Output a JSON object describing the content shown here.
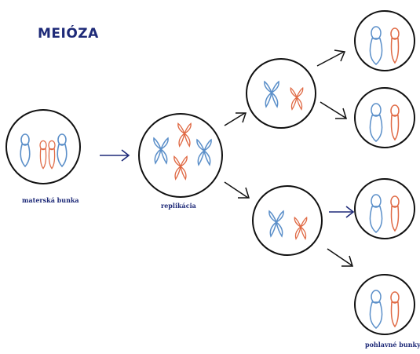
{
  "title": "MEIÓZA",
  "labels": {
    "mother_cell": "materská bunka",
    "replication": "replikácia",
    "gametes": "pohlavné bunky"
  },
  "colors": {
    "title": "#1e2a78",
    "blue_chromosome": "#5b8fc9",
    "red_chromosome": "#e06a45",
    "outline": "#111111",
    "arrow": "#1e2a78"
  }
}
